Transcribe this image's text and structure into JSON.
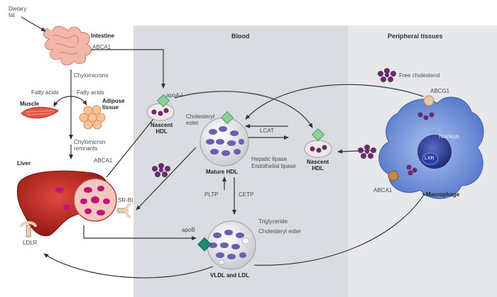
{
  "sections": {
    "blood": "Blood",
    "peripheral": "Peripheral tissues"
  },
  "labels": {
    "dietary_fat": "Dietary\nfat",
    "intestine": "Intestine",
    "abca1_intestine": "ABCA1",
    "chylomicrons": "Chylomicrons",
    "fatty_acids_left": "Fatty acids",
    "fatty_acids_right": "Fatty acids",
    "muscle": "Muscle",
    "adipose": "Adipose\ntissue",
    "chylomicron_remnants": "Chylomicron\nremnants",
    "liver": "Liver",
    "abca1_liver": "ABCA1",
    "srbi": "SR-BI",
    "ldlr": "LDLR",
    "apoa1": "apoA-I",
    "nascent_hdl_left": "Nascent\nHDL",
    "cholesteryl_ester_hdl": "Cholesteryl\nester",
    "mature_hdl": "Mature HDL",
    "lcat": "LCAT",
    "hepatic_lipase": "Hepatic lipase",
    "endothelial_lipase": "Endothelial lipase",
    "nascent_hdl_right": "Nascent\nHDL",
    "pltp": "PLTP",
    "cetp": "CETP",
    "apob": "apoB",
    "triglyceride": "Triglyceride",
    "cholesteryl_ester_vldl": "Cholesteryl ester",
    "vldl_ldl": "VLDL and LDL",
    "free_cholesterol": "Free cholesterol",
    "abcg1": "ABCG1",
    "nucleus": "Nucleus",
    "lxr": "LXR",
    "abca1_macrophage": "ABCA1",
    "macrophage": "Macrophage"
  },
  "colors": {
    "blood_bg": "#d9dde1",
    "peripheral_bg": "#e6e8ea",
    "arrow": "#333333",
    "cholesterol": "#6b2a6b",
    "apo_green": "#8ccf9a",
    "apob_teal": "#1a8a72",
    "liver": "#b3261e",
    "macrophage": "#6b8fd6",
    "nucleus": "#2f3f9a"
  }
}
